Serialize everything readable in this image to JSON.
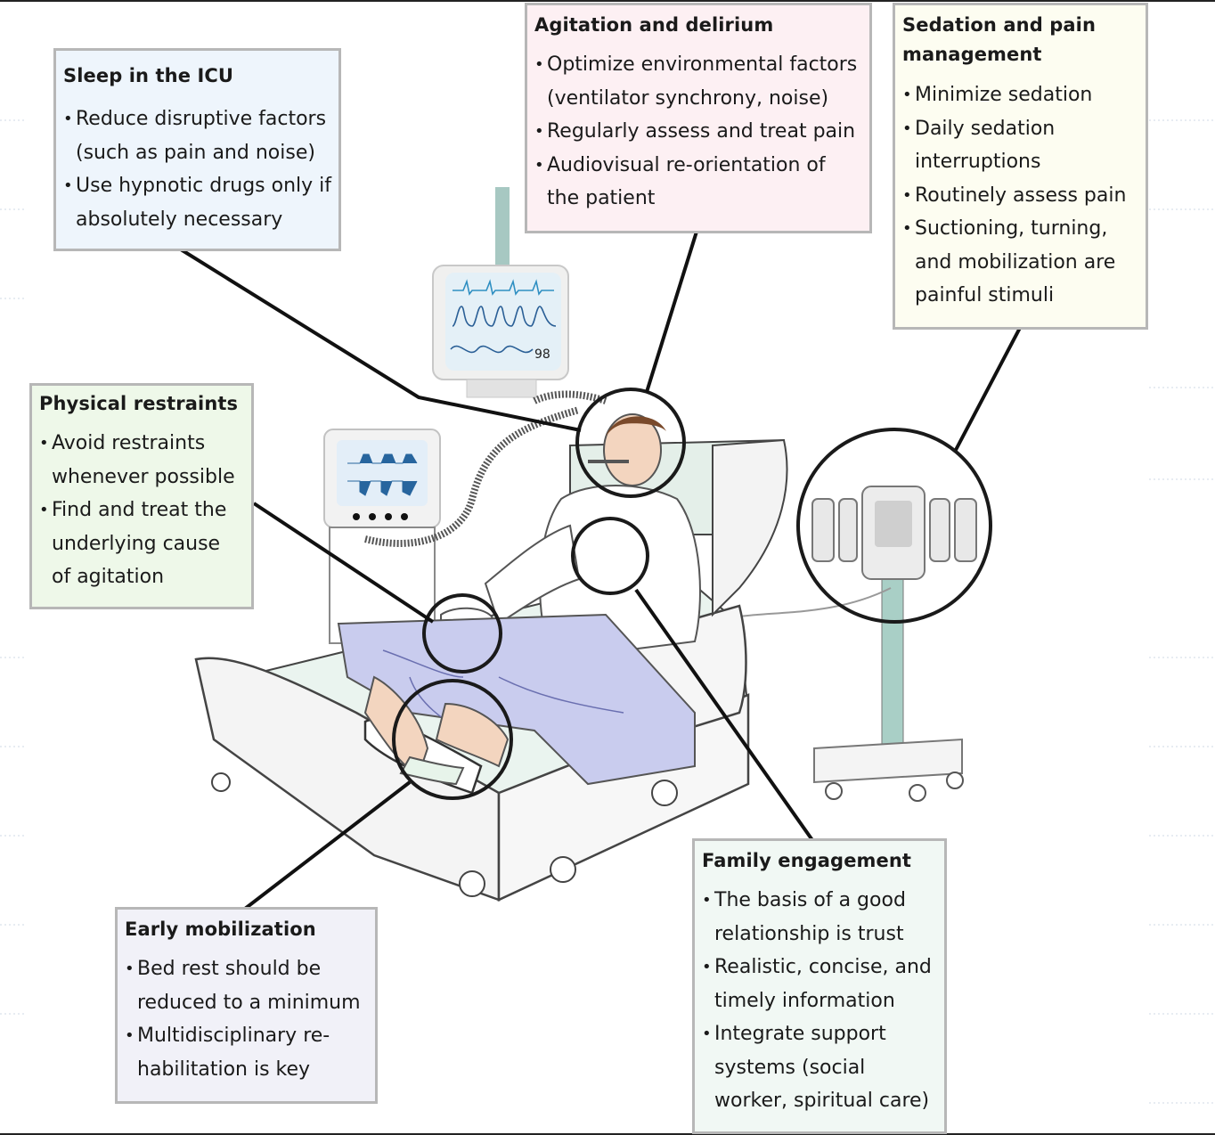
{
  "boxes": {
    "sleep": {
      "title": "Sleep in the ICU",
      "items": [
        "Reduce disruptive factors (such as pain and noise)",
        "Use hypnotic drugs only if absolutely necessary"
      ],
      "background": "#eef5fc"
    },
    "agitation": {
      "title": "Agitation and delirium",
      "items": [
        "Optimize environmental factors (ventilator synchrony, noise)",
        "Regularly assess and treat pain",
        "Audiovisual re-orientation of the patient"
      ],
      "background": "#fdf0f3"
    },
    "sedation": {
      "title": "Sedation and pain management",
      "items": [
        "Minimize sedation",
        "Daily sedation interruptions",
        "Routinely assess pain",
        "Suctioning, turning, and mobilization are painful stimuli"
      ],
      "background": "#fdfdf1"
    },
    "restraints": {
      "title": "Physical restraints",
      "items": [
        "Avoid restraints whenever possible",
        "Find and treat the underlying cause of agitation"
      ],
      "background": "#eef8e9"
    },
    "mobilization": {
      "title": "Early mobilization",
      "items": [
        "Bed rest should be reduced to a minimum",
        "Multidisciplinary re-habilitation is key"
      ],
      "background": "#f1f1f8"
    },
    "family": {
      "title": "Family engagement",
      "items": [
        "The basis of a good relationship is trust",
        "Realistic, concise, and timely information",
        "Integrate support systems (social worker, spiritual care)"
      ],
      "background": "#f1f8f4"
    }
  },
  "monitor": {
    "spo2": "98"
  },
  "colors": {
    "box_border": "#b7b7b7",
    "leader_line": "#111111",
    "blanket": "#c9ccee",
    "stand": "#a9cfc6"
  }
}
